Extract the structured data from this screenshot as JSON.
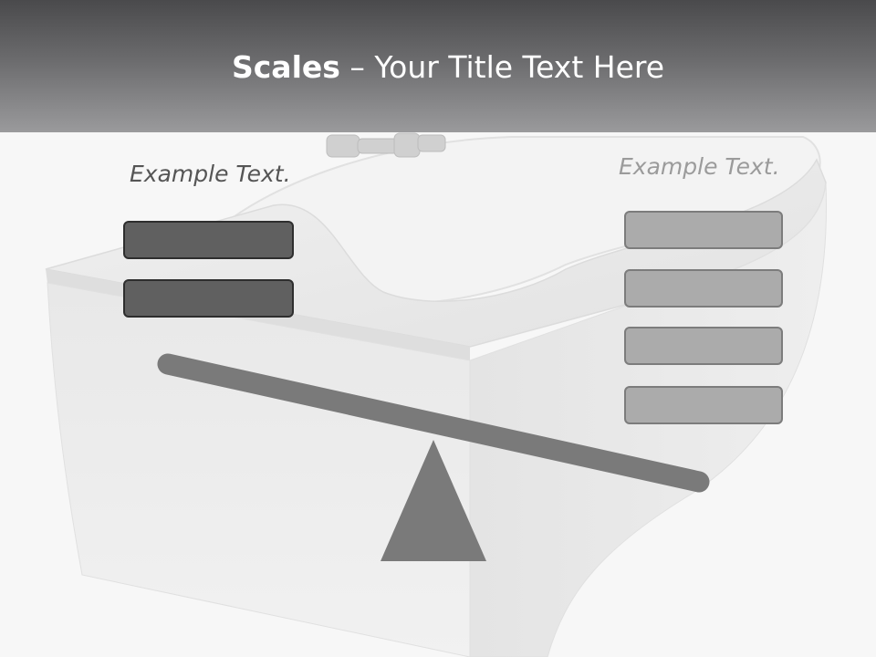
{
  "header": {
    "title_bold": "Scales",
    "title_rest": " – Your Title Text Here"
  },
  "left_pan": {
    "label": "Example Text.",
    "items": [
      {
        "text": ""
      },
      {
        "text": ""
      }
    ]
  },
  "right_pan": {
    "label": "Example Text.",
    "items": [
      {
        "text": ""
      },
      {
        "text": ""
      },
      {
        "text": ""
      },
      {
        "text": ""
      }
    ]
  },
  "colors": {
    "header_top": "#4a4a4c",
    "header_bottom": "#9a9a9c",
    "dark_box": "#606060",
    "light_box": "#ababab",
    "beam": "#7a7a7a",
    "fulcrum": "#7a7a7a"
  }
}
